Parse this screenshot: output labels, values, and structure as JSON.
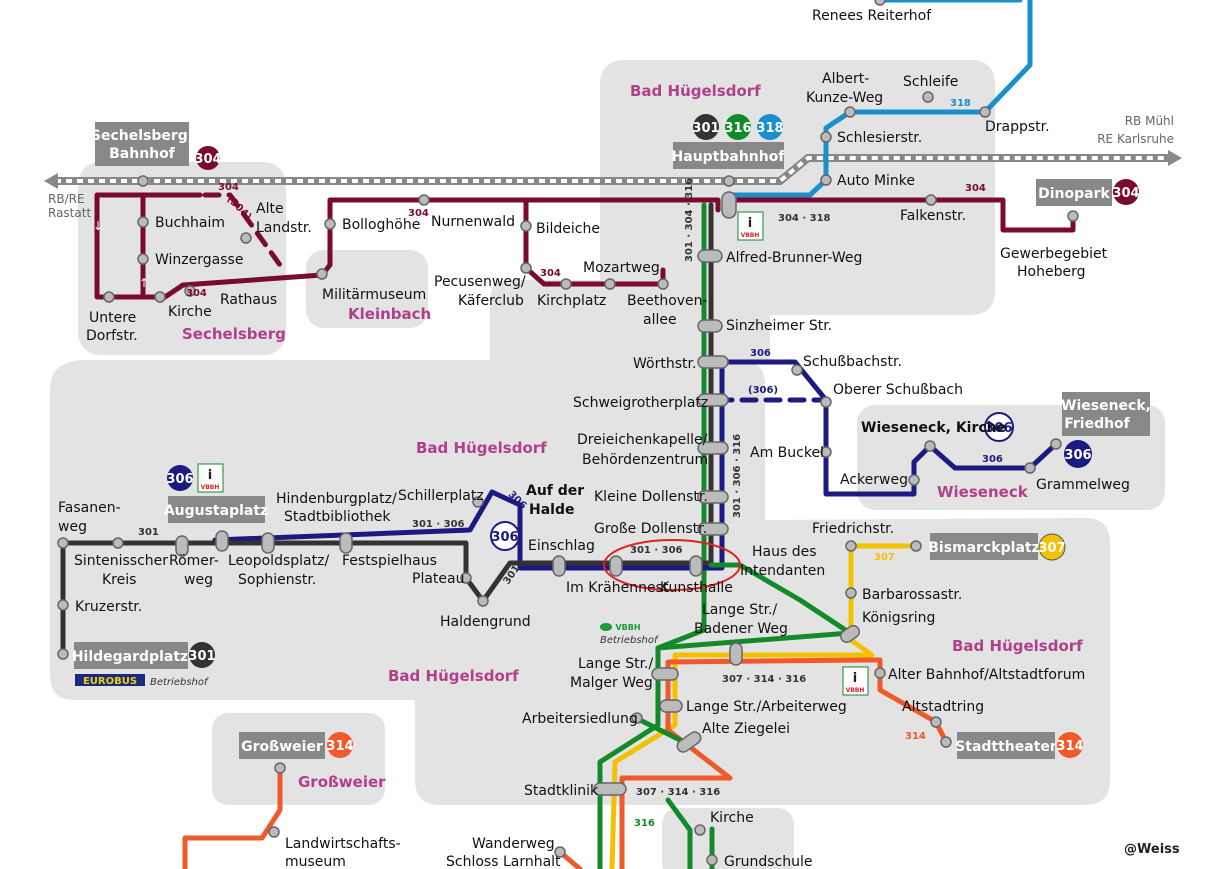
{
  "colors": {
    "line_301": "#333333",
    "line_304": "#7a0a2e",
    "line_306": "#1a1a80",
    "line_307": "#f2c200",
    "line_314": "#f05a2a",
    "line_316": "#138a2a",
    "line_318": "#1a8fcc",
    "area_label": "#b0408a",
    "box": "#888888",
    "marker": "#dd2222"
  },
  "areas": {
    "bad_huegelsdorf_top": "Bad Hügelsdorf",
    "bad_huegelsdorf_mid": "Bad Hügelsdorf",
    "bad_huegelsdorf_bottom": "Bad Hügelsdorf",
    "bad_huegelsdorf_right": "Bad Hügelsdorf",
    "sechelsberg": "Sechelsberg",
    "kleinbach": "Kleinbach",
    "wieseneck": "Wieseneck",
    "grossweier": "Großweier"
  },
  "boxes": {
    "sechelsberg_bf_1": "Sechelsberg,",
    "sechelsberg_bf_2": "Bahnhof",
    "hauptbahnhof": "Hauptbahnhof",
    "dinopark": "Dinopark",
    "augustaplatz": "Augustaplatz",
    "wieseneck_friedhof_1": "Wieseneck,",
    "wieseneck_friedhof_2": "Friedhof",
    "hildegardplatz": "Hildegardplatz",
    "bismarckplatz": "Bismarckplatz",
    "grossweier": "Großweier",
    "stadttheater": "Stadttheater"
  },
  "badges": {
    "b304_sechelsberg": "304",
    "b301_hbf": "301",
    "b316_hbf": "316",
    "b318_hbf": "318",
    "b304_dinopark": "304",
    "b306_augusta": "306",
    "b306_halde": "306",
    "b306_kirche": "306",
    "b306_friedhof": "306",
    "b301_hildegard": "301",
    "b307_bismarck": "307",
    "b314_grossweier": "314",
    "b314_theater": "314"
  },
  "stops": {
    "renees_reiterhof": "Renees Reiterhof",
    "albert_kunze_1": "Albert-",
    "albert_kunze_2": "Kunze-Weg",
    "schleife": "Schleife",
    "drappstr": "Drappstr.",
    "schlesierstr": "Schlesierstr.",
    "auto_minke": "Auto Minke",
    "falkenstr": "Falkenstr.",
    "gewerbegebiet_1": "Gewerbegebiet",
    "gewerbegebiet_2": "Hoheberg",
    "buchhaim": "Buchhaim",
    "alte_landstr_1": "Alte",
    "alte_landstr_2": "Landstr.",
    "winzergasse": "Winzergasse",
    "rathaus": "Rathaus",
    "kirche_sech": "Kirche",
    "untere_dorfstr_1": "Untere",
    "untere_dorfstr_2": "Dorfstr.",
    "bollogoehe": "Bolloghöhe",
    "nurnenwald": "Nurnenwald",
    "bildeiche": "Bildeiche",
    "militaermuseum": "Militärmuseum",
    "pecusenweg_1": "Pecusenweg/",
    "pecusenweg_2": "Käferclub",
    "kirchplatz": "Kirchplatz",
    "mozartweg": "Mozartweg",
    "beethoven_1": "Beethoven-",
    "beethoven_2": "allee",
    "alfred_brunner": "Alfred-Brunner-Weg",
    "sinzheimer": "Sinzheimer Str.",
    "woerthstr": "Wörthstr.",
    "schussbachstr": "Schußbachstr.",
    "oberer_schussbach": "Oberer Schußbach",
    "schweigrother": "Schweigrotherplatz",
    "dreieichen_1": "Dreieichenkapelle/",
    "dreieichen_2": "Behördenzentrum",
    "am_buckel": "Am Buckel",
    "kleine_dollen": "Kleine Dollenstr.",
    "grosse_dollen": "Große Dollenstr.",
    "wieseneck_kirche": "Wieseneck, Kirche",
    "ackerweg": "Ackerweg",
    "grammelweg": "Grammelweg",
    "fasanenweg_1": "Fasanen-",
    "fasanenweg_2": "weg",
    "hindenburg_1": "Hindenburgplatz/",
    "hindenburg_2": "Stadtbibliothek",
    "schillerplatz": "Schillerplatz",
    "auf_der_halde_1": "Auf der",
    "auf_der_halde_2": "Halde",
    "sintenisscher_1": "Sintenisscher",
    "sintenisscher_2": "Kreis",
    "roemerweg_1": "Römer-",
    "roemerweg_2": "weg",
    "leopoldsplatz_1": "Leopoldsplatz/",
    "leopoldsplatz_2": "Sophienstr.",
    "festspielhaus": "Festspielhaus",
    "plateau": "Plateau",
    "einschlag": "Einschlag",
    "kraehennest": "Im Krähennest",
    "kunsthalle": "Kunsthalle",
    "haus_intendanten_1": "Haus des",
    "haus_intendanten_2": "Intendanten",
    "haldengrund": "Haldengrund",
    "kruzerstr": "Kruzerstr.",
    "friedrichstr": "Friedrichstr.",
    "barbarossastr": "Barbarossastr.",
    "koenigsring": "Königsring",
    "lange_baden_1": "Lange Str./",
    "lange_baden_2": "Badener Weg",
    "lange_malger_1": "Lange Str./",
    "lange_malger_2": "Malger Weg",
    "alter_bahnhof": "Alter Bahnhof/Altstadtforum",
    "lange_arbeiter": "Lange Str./Arbeiterweg",
    "arbeitersiedlung": "Arbeitersiedlung",
    "alte_ziegelei": "Alte Ziegelei",
    "altstadtring": "Altstadtring",
    "stadtklinik": "Stadtklinik",
    "kirche_south": "Kirche",
    "grundschule": "Grundschule",
    "landwirtschaft_1": "Landwirtschafts-",
    "landwirtschaft_2": "museum",
    "wanderweg_1": "Wanderweg",
    "wanderweg_2": "Schloss Larnhalt"
  },
  "rail": {
    "rb_muehl": "RB Mühl",
    "re_karlsruhe": "RE Karlsruhe",
    "rb_re_1": "RB/RE",
    "rb_re_2": "Rastatt"
  },
  "line_labels": {
    "l318_schleife": "318",
    "l304_falken": "304",
    "l304_318_hbf": "304 · 318",
    "l304_sech": "304",
    "l304_paren": "(304)",
    "l304_rathaus": "304",
    "l304_nurnen": "304",
    "l304_kirchplatz": "304",
    "l301_304_316_vert": "301 · 304 · 316",
    "l306_woerth": "306",
    "l306_paren": "(306)",
    "l306_wieseneck": "306",
    "l301_306_316_vert": "301 · 306 · 316",
    "l301_fasanen": "301",
    "l301_306_hinden": "301 · 306",
    "l306_diag": "306",
    "l301_diag": "301",
    "l301_306_krah": "301 · 306",
    "l307_friedrich": "307",
    "l307_314_316_lange": "307 · 314 · 316",
    "l314_altstadt": "314",
    "l307_314_316_stadtklinik": "307 · 314 · 316",
    "l316_south": "316"
  },
  "info": {
    "i": "i",
    "vbbh": "VBBH",
    "betriebshof_1": "Betriebshof",
    "betriebshof_2": "Betriebshof",
    "eurobus": "EUROBUS",
    "vbbh_logo": "VBBH"
  },
  "watermark": "@Weiss"
}
